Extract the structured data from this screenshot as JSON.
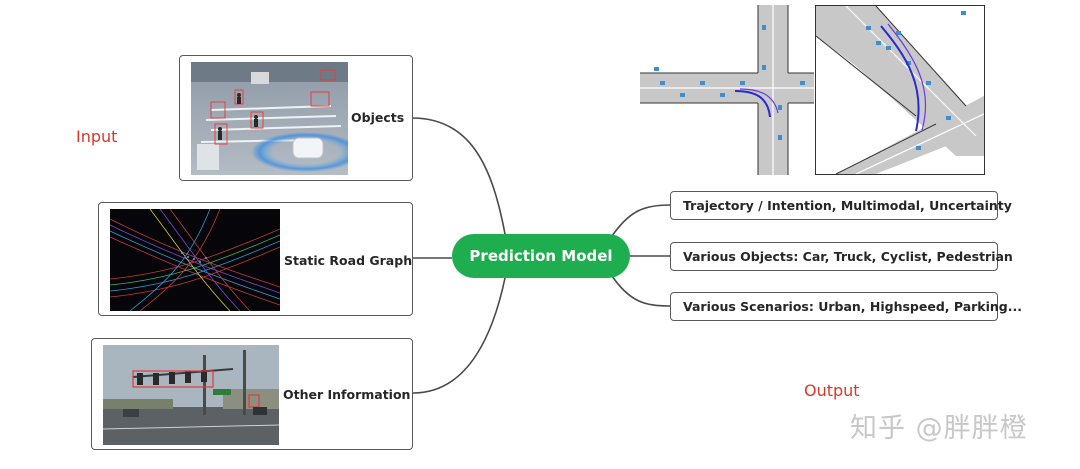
{
  "labels": {
    "input": "Input",
    "output": "Output"
  },
  "center": {
    "label": "Prediction Model"
  },
  "inputs": [
    {
      "label": "Objects"
    },
    {
      "label": "Static Road Graph"
    },
    {
      "label": "Other Information"
    }
  ],
  "outputs": [
    {
      "label": "Trajectory / Intention, Multimodal, Uncertainty"
    },
    {
      "label": "Various Objects: Car, Truck, Cyclist, Pedestrian"
    },
    {
      "label": "Various Scenarios: Urban, Highspeed, Parking..."
    }
  ],
  "watermark": "知乎 @胖胖橙",
  "colors": {
    "accent": "#1fae4f",
    "label_red": "#d9372a",
    "connector": "#4a4a4a"
  },
  "icons": [
    "object-detection-image",
    "road-graph-image",
    "traffic-light-street-image",
    "map-trajectory-image"
  ]
}
